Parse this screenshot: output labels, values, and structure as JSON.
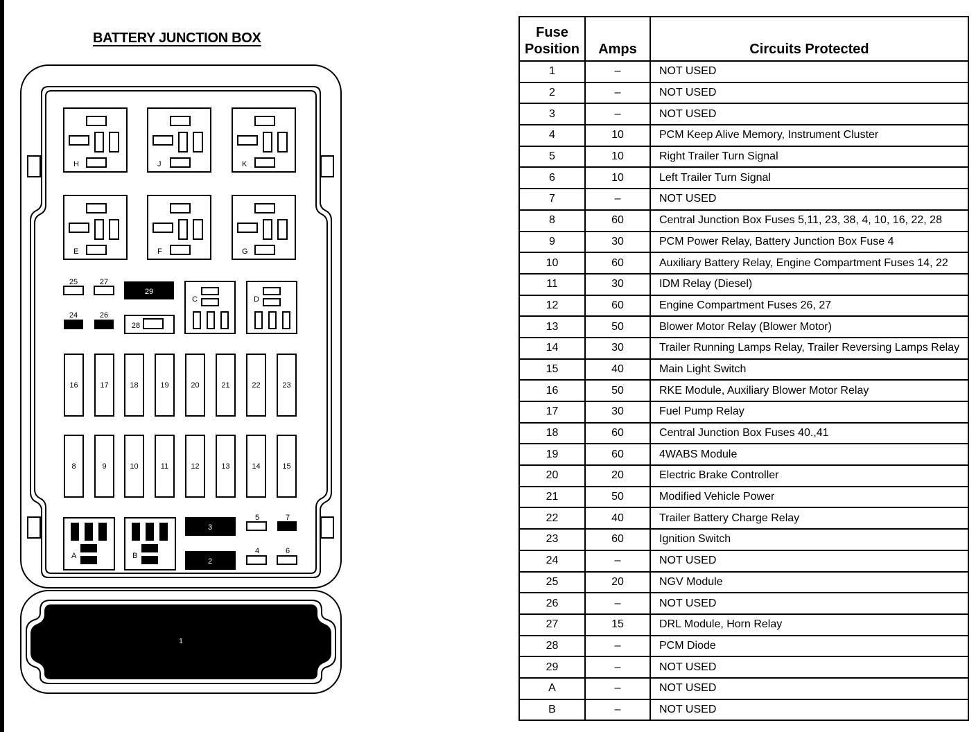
{
  "title": "BATTERY JUNCTION BOX",
  "diagram": {
    "relays_large": [
      "H",
      "J",
      "K",
      "E",
      "F",
      "G"
    ],
    "relays_small": [
      "C",
      "D"
    ],
    "relays_bottom": [
      "A",
      "B"
    ],
    "fuses_small_top": {
      "f25": "25",
      "f27": "27",
      "f24": "24",
      "f26": "26",
      "f29": "29",
      "f28": "28"
    },
    "fuses_tall_row1": [
      "16",
      "17",
      "18",
      "19",
      "20",
      "21",
      "22",
      "23"
    ],
    "fuses_tall_row2": [
      "8",
      "9",
      "10",
      "11",
      "12",
      "13",
      "14",
      "15"
    ],
    "fuses_bottom": {
      "f3": "3",
      "f2": "2",
      "f5": "5",
      "f7": "7",
      "f4": "4",
      "f6": "6"
    },
    "maxi_fuse": "1"
  },
  "table": {
    "headers": {
      "position": "Fuse Position",
      "position_line1": "Fuse",
      "position_line2": "Position",
      "amps": "Amps",
      "circuits": "Circuits Protected"
    },
    "rows": [
      [
        "1",
        "–",
        "NOT USED"
      ],
      [
        "2",
        "–",
        "NOT USED"
      ],
      [
        "3",
        "–",
        "NOT USED"
      ],
      [
        "4",
        "10",
        "PCM Keep Alive Memory, Instrument Cluster"
      ],
      [
        "5",
        "10",
        "Right Trailer Turn Signal"
      ],
      [
        "6",
        "10",
        "Left Trailer Turn Signal"
      ],
      [
        "7",
        "–",
        "NOT USED"
      ],
      [
        "8",
        "60",
        "Central Junction Box Fuses 5,11, 23, 38, 4, 10, 16, 22, 28"
      ],
      [
        "9",
        "30",
        "PCM Power Relay, Battery Junction Box Fuse 4"
      ],
      [
        "10",
        "60",
        "Auxiliary Battery Relay, Engine Compartment Fuses 14, 22"
      ],
      [
        "11",
        "30",
        "IDM Relay (Diesel)"
      ],
      [
        "12",
        "60",
        "Engine Compartment Fuses 26, 27"
      ],
      [
        "13",
        "50",
        "Blower Motor Relay (Blower Motor)"
      ],
      [
        "14",
        "30",
        "Trailer Running Lamps Relay, Trailer Reversing Lamps Relay"
      ],
      [
        "15",
        "40",
        "Main Light Switch"
      ],
      [
        "16",
        "50",
        "RKE Module, Auxiliary Blower Motor Relay"
      ],
      [
        "17",
        "30",
        "Fuel Pump Relay"
      ],
      [
        "18",
        "60",
        "Central Junction Box Fuses 40.,41"
      ],
      [
        "19",
        "60",
        "4WABS Module"
      ],
      [
        "20",
        "20",
        "Electric Brake Controller"
      ],
      [
        "21",
        "50",
        "Modified  Vehicle Power"
      ],
      [
        "22",
        "40",
        "Trailer Battery Charge Relay"
      ],
      [
        "23",
        "60",
        "Ignition Switch"
      ],
      [
        "24",
        "–",
        "NOT USED"
      ],
      [
        "25",
        "20",
        "NGV Module"
      ],
      [
        "26",
        "–",
        "NOT USED"
      ],
      [
        "27",
        "15",
        "DRL Module, Horn Relay"
      ],
      [
        "28",
        "–",
        "PCM Diode"
      ],
      [
        "29",
        "–",
        "NOT USED"
      ],
      [
        "A",
        "–",
        "NOT USED"
      ],
      [
        "B",
        "–",
        "NOT USED"
      ]
    ]
  }
}
